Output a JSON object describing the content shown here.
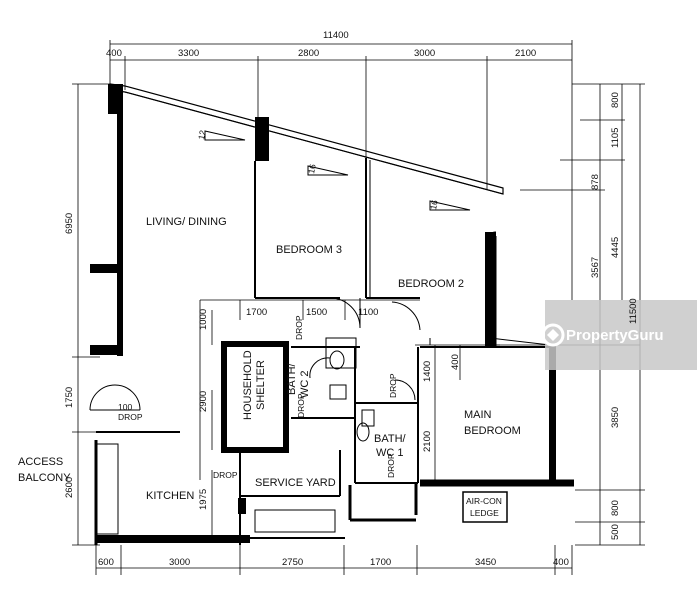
{
  "dimensions": {
    "top_total": "11400",
    "top": [
      "400",
      "3300",
      "2800",
      "3000",
      "2100"
    ],
    "bottom": [
      "600",
      "3000",
      "2750",
      "1700",
      "3450",
      "400"
    ],
    "left": [
      "6950",
      "1750",
      "2600"
    ],
    "right_inner": [
      "800",
      "1105",
      "878",
      "3567",
      "4445",
      "3850",
      "800",
      "500"
    ],
    "right_total": "11500",
    "interior": [
      "1700",
      "1500",
      "1100",
      "1000",
      "2900",
      "1400",
      "400",
      "2100",
      "1975",
      "100"
    ]
  },
  "rooms": {
    "living_dining": "LIVING/ DINING",
    "bedroom3": "BEDROOM 3",
    "bedroom2": "BEDROOM 2",
    "main_bedroom_line1": "MAIN",
    "main_bedroom_line2": "BEDROOM",
    "household_shelter_line1": "HOUSEHOLD",
    "household_shelter_line2": "SHELTER",
    "bath2_line1": "BATH/",
    "bath2_line2": "WC  2",
    "bath1_line1": "BATH/",
    "bath1_line2": "WC  1",
    "kitchen": "KITCHEN",
    "service_yard": "SERVICE YARD",
    "aircon_line1": "AIR-CON",
    "aircon_line2": "LEDGE",
    "access_balcony_line1": "ACCESS",
    "access_balcony_line2": "BALCONY"
  },
  "labels": {
    "drop": "DROP",
    "slope12": "12",
    "slope16": "16"
  },
  "watermark": "PropertyGuru",
  "colors": {
    "wall": "#000000",
    "watermark_band": "#c8c8c8",
    "watermark_text": "#ffffff"
  }
}
